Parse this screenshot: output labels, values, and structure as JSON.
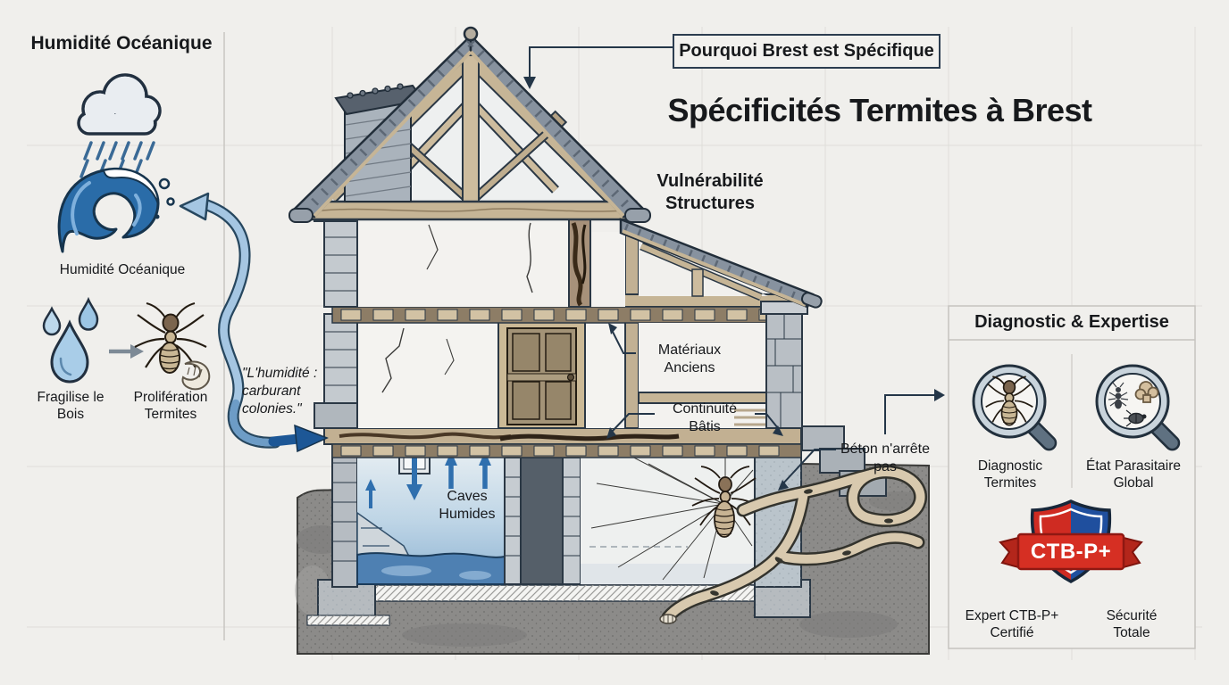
{
  "header": {
    "badge_label": "Pourquoi Brest est Spécifique",
    "title": "Spécificités Termites à Brest"
  },
  "left_panel": {
    "title": "Humidité Océanique",
    "wave_caption": "Humidité Océanique",
    "drops_caption": "Fragilise le Bois",
    "termite_caption": "Prolifération Termites",
    "quote": "\"L'humidité : carburant colonies.\""
  },
  "house_labels": {
    "vulnerability": "Vulnérabilité Structures",
    "materials": "Matériaux Anciens",
    "continuity": "Continuité Bâtis",
    "caves": "Caves Humides",
    "concrete": "Béton n'arrête pas"
  },
  "diagnostic_panel": {
    "title": "Diagnostic & Expertise",
    "items": [
      {
        "icon": "magnifier-termite-icon",
        "label": "Diagnostic Termites"
      },
      {
        "icon": "magnifier-pests-icon",
        "label": "État Parasitaire Global"
      }
    ],
    "certification_badge": "CTB-P+",
    "expert_label": "Expert CTB-P+ Certifié",
    "security_label": "Sécurité Totale"
  },
  "icons": [
    "rain-cloud-icon",
    "ocean-wave-icon",
    "water-drops-icon",
    "termite-icon",
    "magnifier-termite-icon",
    "magnifier-pests-icon",
    "shield-badge-icon"
  ],
  "colors": {
    "background": "#f0efec",
    "ink": "#17191c",
    "outline_navy": "#243648",
    "arrow_blue": "#2f6fae",
    "light_blue": "#a5c6e2",
    "water_blue": "#4e80b2",
    "wood_tan": "#c6b596",
    "roof_gray": "#87929f",
    "soil_gray": "#8c8b89",
    "badge_red": "#d62f23",
    "badge_blue": "#1f4f9e"
  }
}
